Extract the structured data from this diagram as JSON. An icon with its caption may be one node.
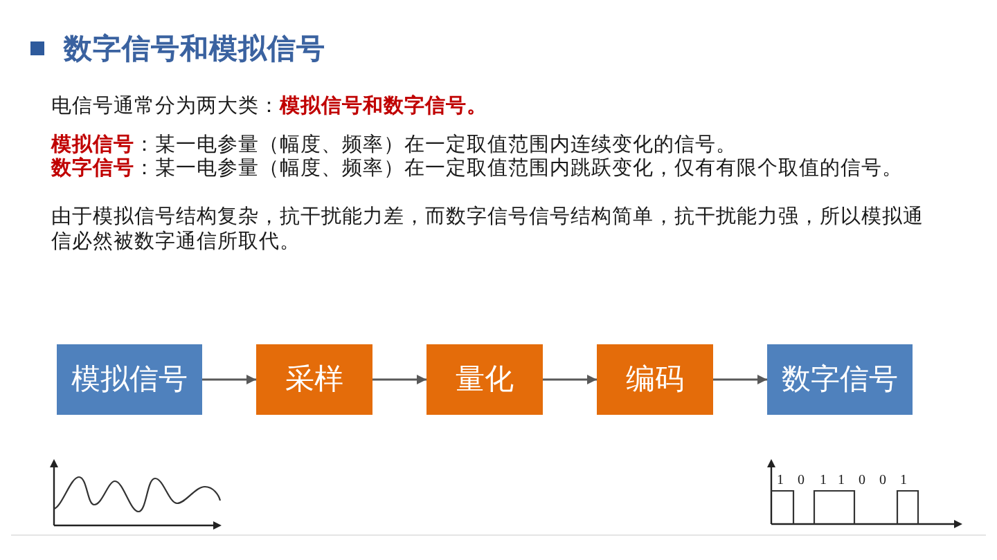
{
  "diagram": {
    "title": "数字信号和模拟信号",
    "nodes": [
      {
        "text": [
          "模拟信号"
        ]
      },
      {
        "text": [
          "采样"
        ]
      },
      {
        "text": [
          "量化"
        ]
      },
      {
        "text": [
          "编码"
        ]
      },
      {
        "text": [
          "数字信号"
        ]
      }
    ],
    "edges": [
      {
        "from": 0,
        "to": 1,
        "arrow": "to"
      },
      {
        "from": 1,
        "to": 2,
        "arrow": "to"
      },
      {
        "from": 2,
        "to": 3,
        "arrow": "to"
      },
      {
        "from": 3,
        "to": 4,
        "arrow": "to"
      }
    ],
    "labels": [
      "电信号通常分为两大类：**模拟信号和数字信号。**",
      "**模拟信号**：某一电参量（幅度、频率）在一定取值范围内连续变化的信号。",
      "**数字信号**：某一电参量（幅度、频率）在一定取值范围内跳跃变化，仅有有限个取值的信号。",
      "由于模拟信号结构复杂，抗干扰能力差，而数字信号信号结构简单，抗干扰能力强，所以模拟通信必然被数字通信所取代。",
      "1",
      "0",
      "1",
      "1",
      "0",
      "0",
      "1"
    ]
  }
}
